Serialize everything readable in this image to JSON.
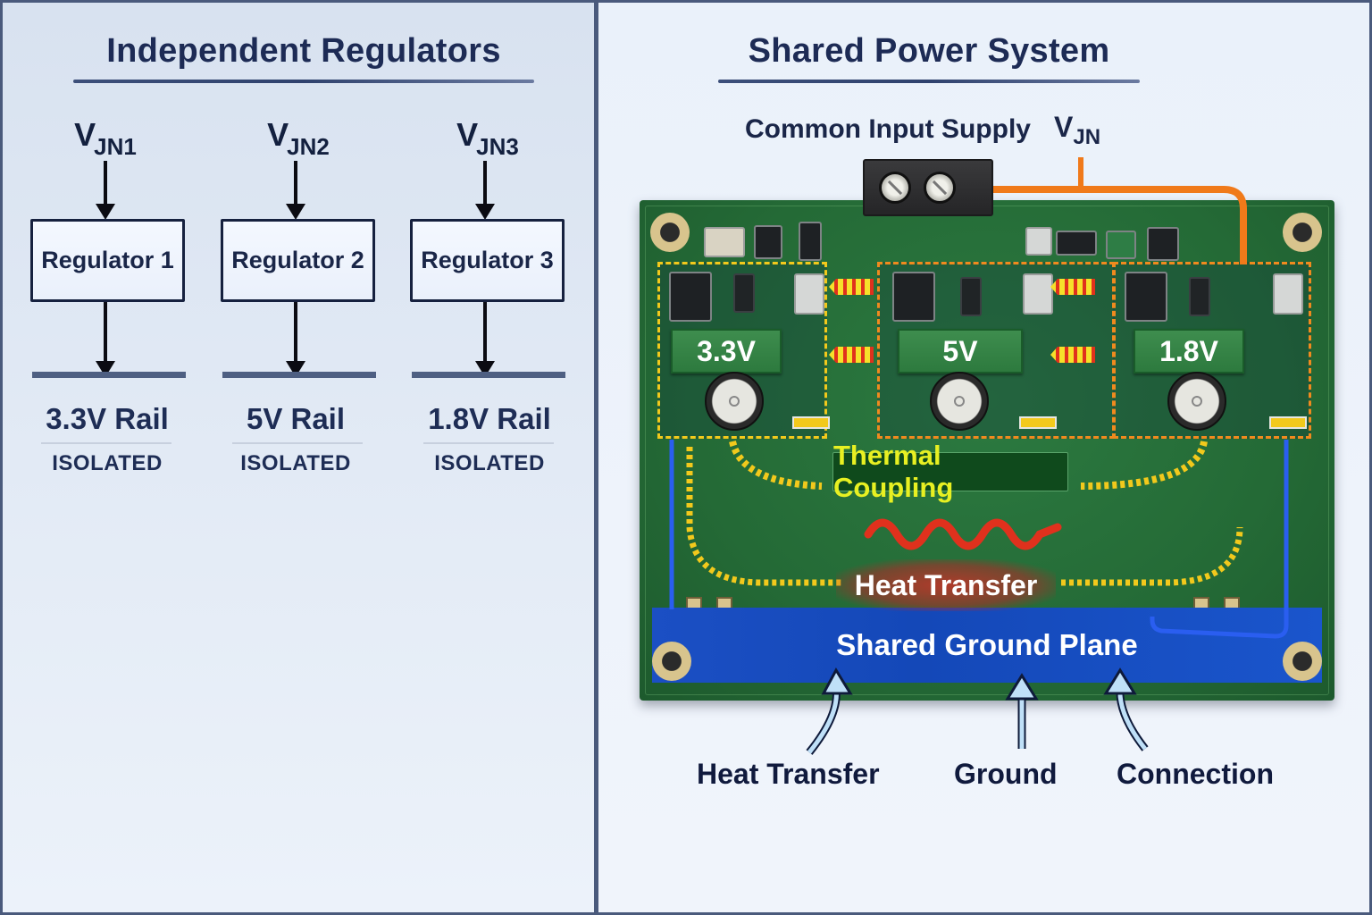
{
  "left_panel": {
    "title": "Independent Regulators",
    "columns": [
      {
        "vin_main": "V",
        "vin_sub": "JN1",
        "regulator": "Regulator 1",
        "rail": "3.3V Rail",
        "status": "ISOLATED"
      },
      {
        "vin_main": "V",
        "vin_sub": "JN2",
        "regulator": "Regulator 2",
        "rail": "5V Rail",
        "status": "ISOLATED"
      },
      {
        "vin_main": "V",
        "vin_sub": "JN3",
        "regulator": "Regulator 3",
        "rail": "1.8V Rail",
        "status": "ISOLATED"
      }
    ]
  },
  "right_panel": {
    "title": "Shared Power System",
    "supply_label": "Common Input Supply",
    "vin_main": "V",
    "vin_sub": "JN",
    "modules": [
      {
        "voltage": "3.3V"
      },
      {
        "voltage": "5V"
      },
      {
        "voltage": "1.8V"
      }
    ],
    "thermal_coupling_label": "Thermal Coupling",
    "heat_transfer_label": "Heat Transfer",
    "ground_plane_label": "Shared Ground Plane",
    "bottom_labels": [
      "Heat Transfer",
      "Ground",
      "Connection"
    ]
  },
  "colors": {
    "title_text": "#1d2b55",
    "pcb_green": "#266e38",
    "ground_plane_blue": "#1a4fc4",
    "thermal_yellow": "#e8f022",
    "heat_red": "#e0311d",
    "supply_trace_orange": "#f07a1a",
    "ground_trace_blue": "#2a5ef0"
  }
}
